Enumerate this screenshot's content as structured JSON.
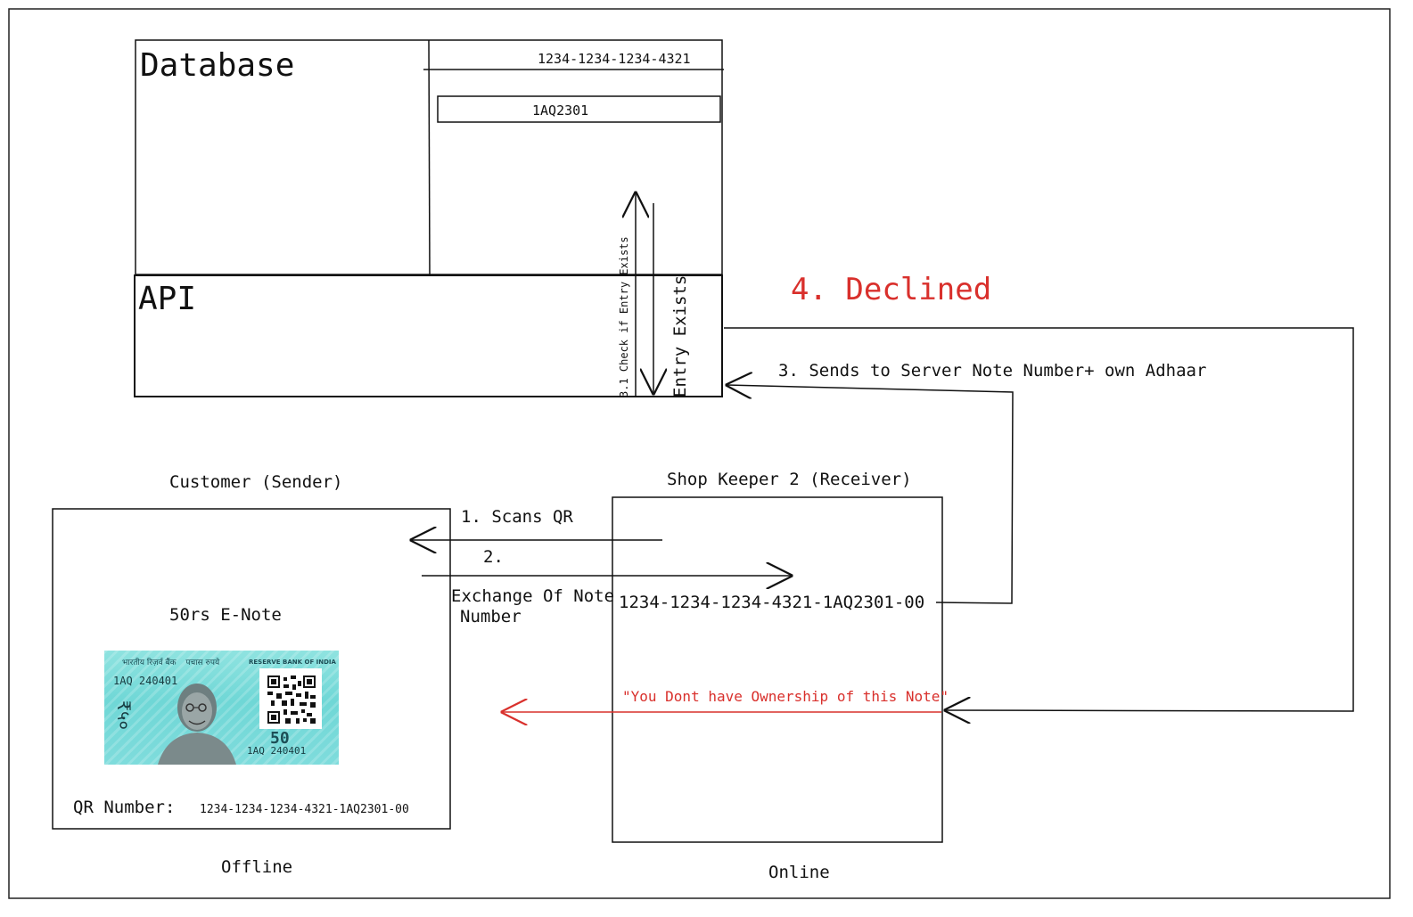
{
  "database": {
    "title": "Database",
    "record_card": "1234-1234-1234-4321",
    "record_note": "1AQ2301"
  },
  "api": {
    "title": "API",
    "check_label": "3.1 Check if Entry Exists",
    "exists_label": "Entry Exists"
  },
  "declined": {
    "label": "4. Declined",
    "color": "#d9302c"
  },
  "server_request": {
    "label": "3. Sends to Server Note Number+ own Adhaar"
  },
  "customer": {
    "title": "Customer (Sender)",
    "note_title": "50rs E-Note",
    "qr_label": "QR Number:",
    "qr_value": "1234-1234-1234-4321-1AQ2301-00",
    "mode": "Offline"
  },
  "banknote": {
    "issuer_hi": "भारतीय रिज़र्व बैंक",
    "denomination_hi": "पचास रुपये",
    "issuer_en": "RESERVE BANK OF INDIA",
    "serial": "1AQ 240401",
    "rupee_symbol": "₹५०",
    "denomination": "50"
  },
  "shopkeeper": {
    "title": "Shop Keeper 2 (Receiver)",
    "note_number": "1234-1234-1234-4321-1AQ2301-00",
    "mode": "Online"
  },
  "flow": {
    "step1": "1. Scans QR",
    "step2": "2.",
    "step2_desc_line1": "Exchange Of Note",
    "step2_desc_line2": "Number",
    "error_message": "\"You Dont have Ownership of this Note\"",
    "error_color": "#d9302c"
  }
}
